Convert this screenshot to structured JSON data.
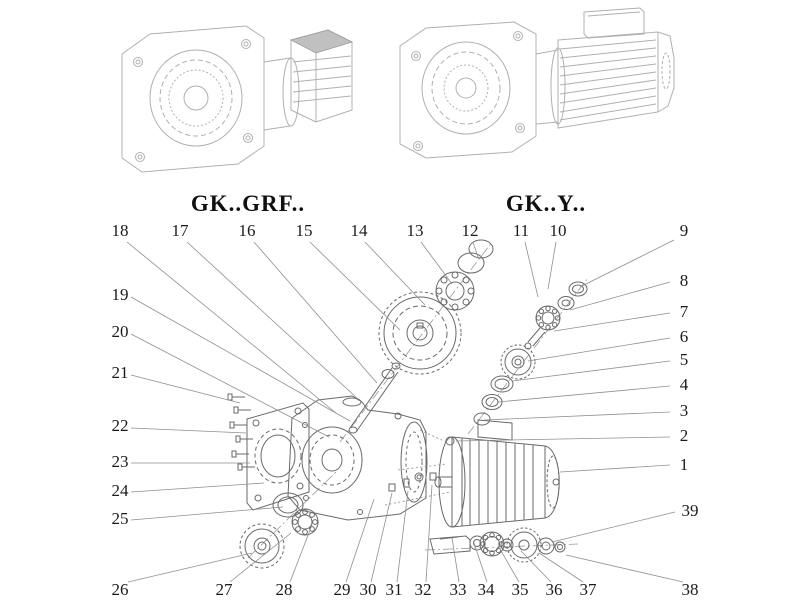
{
  "titles": {
    "left": "GK..GRF..",
    "right": "GK..Y.."
  },
  "part_numbers": [
    "1",
    "2",
    "3",
    "4",
    "5",
    "6",
    "7",
    "8",
    "9",
    "10",
    "11",
    "12",
    "13",
    "14",
    "15",
    "16",
    "17",
    "18",
    "19",
    "20",
    "21",
    "22",
    "23",
    "24",
    "25",
    "26",
    "27",
    "28",
    "29",
    "30",
    "31",
    "32",
    "33",
    "34",
    "35",
    "36",
    "37",
    "38",
    "39"
  ],
  "colors": {
    "background": "#ffffff",
    "line_art": "#b0b0b0",
    "diagram_line": "#6a6a6a",
    "label_text": "#1b1b1b"
  }
}
